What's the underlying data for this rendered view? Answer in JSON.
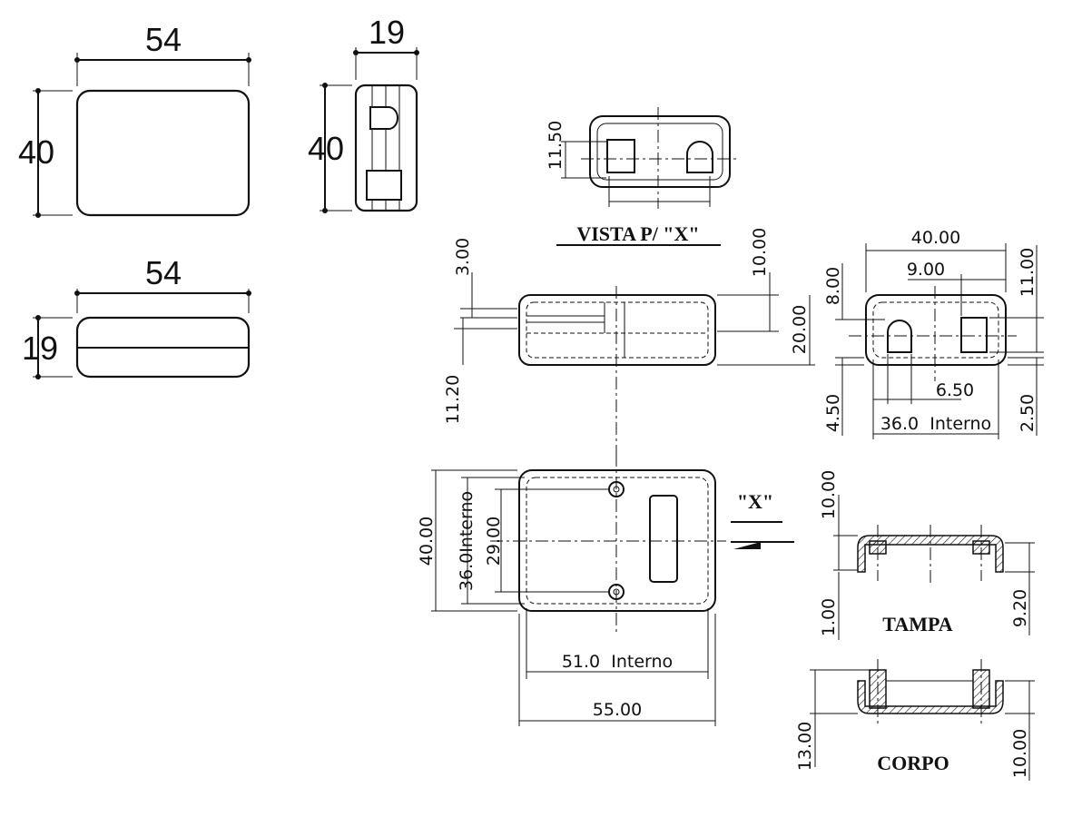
{
  "overview": {
    "front_width": "54",
    "front_height": "40",
    "side_width": "19",
    "side_height": "40",
    "top_width": "54",
    "top_height": "19"
  },
  "vista": {
    "title": "VISTA P/ \"X\"",
    "dim_height": "11.50"
  },
  "section_view": {
    "dim_top": "3.00",
    "dim_right_top": "10.00",
    "dim_right": "20.00",
    "dim_left": "11.20"
  },
  "end_view": {
    "dim_width": "40.00",
    "dim_inner": "9.00",
    "dim_top_left": "8.00",
    "dim_top_right": "11.00",
    "dim_slot": "6.50",
    "dim_bottom_left": "4.50",
    "dim_bottom_right": "2.50",
    "dim_interior": "36.0  Interno"
  },
  "plan_view": {
    "marker": "\"X\"",
    "dim_height": "40.00",
    "dim_interior_height": "36.0Interno",
    "dim_hole_spacing": "29.00",
    "dim_interior_width": "51.0  Interno",
    "dim_width": "55.00"
  },
  "tampa": {
    "label": "TAMPA",
    "dim_top": "10.00",
    "dim_bottom": "1.00",
    "dim_right": "9.20"
  },
  "corpo": {
    "label": "CORPO",
    "dim_left": "13.00",
    "dim_right": "10.00"
  }
}
